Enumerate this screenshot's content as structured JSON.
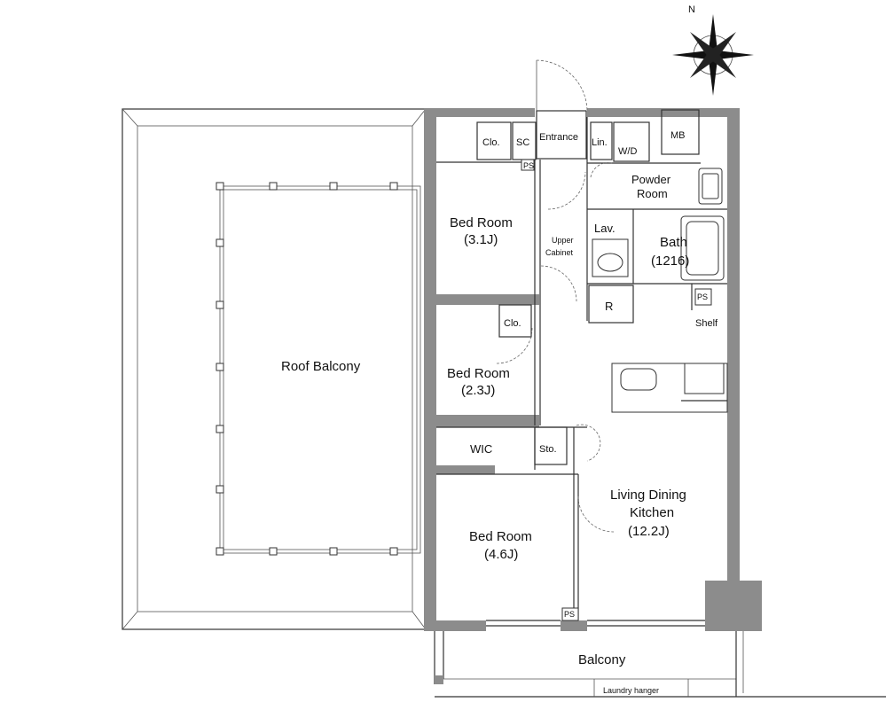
{
  "rooms": {
    "roof_balcony": "Roof Balcony",
    "bedroom_1": {
      "name": "Bed Room",
      "size": "(3.1J)"
    },
    "bedroom_2": {
      "name": "Bed Room",
      "size": "(2.3J)"
    },
    "bedroom_3": {
      "name": "Bed Room",
      "size": "(4.6J)"
    },
    "ldk": {
      "name_1": "Living Dining",
      "name_2": "Kitchen",
      "size": "(12.2J)"
    },
    "powder_room": {
      "line_1": "Powder",
      "line_2": "Room"
    },
    "bath": {
      "name": "Bath",
      "size": "(1216)"
    },
    "balcony": "Balcony",
    "wic": "WIC"
  },
  "labels": {
    "clo_1": "Clo.",
    "sc": "SC",
    "entrance": "Entrance",
    "lin": "Lin.",
    "wd": "W/D",
    "mb": "MB",
    "lav": "Lav.",
    "upper_cabinet_1": "Upper",
    "upper_cabinet_2": "Cabinet",
    "r": "R",
    "ps_1": "PS",
    "ps_2": "PS",
    "ps_3": "PS",
    "shelf": "Shelf",
    "clo_2": "Clo.",
    "sto": "Sto.",
    "laundry_hanger": "Laundry hanger",
    "north": "N"
  },
  "icons": [
    "compass-rose-icon",
    "toilet-icon",
    "sink-icon",
    "bathtub-icon",
    "stove-icon"
  ],
  "colors": {
    "wall": "#8c8c8c",
    "line": "#333333",
    "background": "#ffffff"
  }
}
